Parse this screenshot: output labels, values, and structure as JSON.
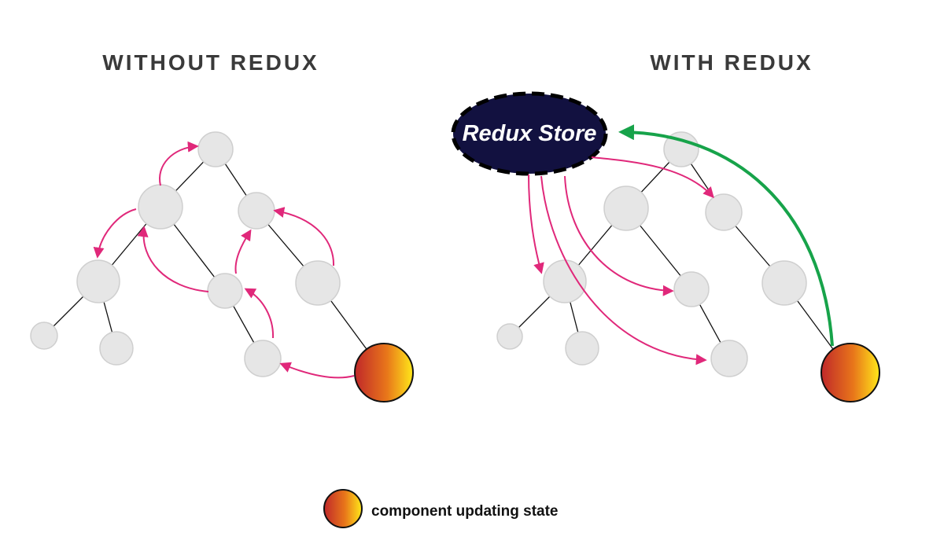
{
  "panels": {
    "left_title": "WITHOUT REDUX",
    "right_title": "WITH REDUX"
  },
  "store": {
    "label": "Redux Store"
  },
  "legend": {
    "label": "component updating state"
  },
  "colors": {
    "node_fill": "#e6e6e6",
    "node_stroke": "#cfcfcf",
    "edge": "#111111",
    "flow_arrow": "#e0287a",
    "store_arrow": "#17a34a",
    "store_fill": "#121140",
    "state_gradient_start": "#c0282a",
    "state_gradient_mid": "#e8761a",
    "state_gradient_end": "#ffe81a"
  }
}
